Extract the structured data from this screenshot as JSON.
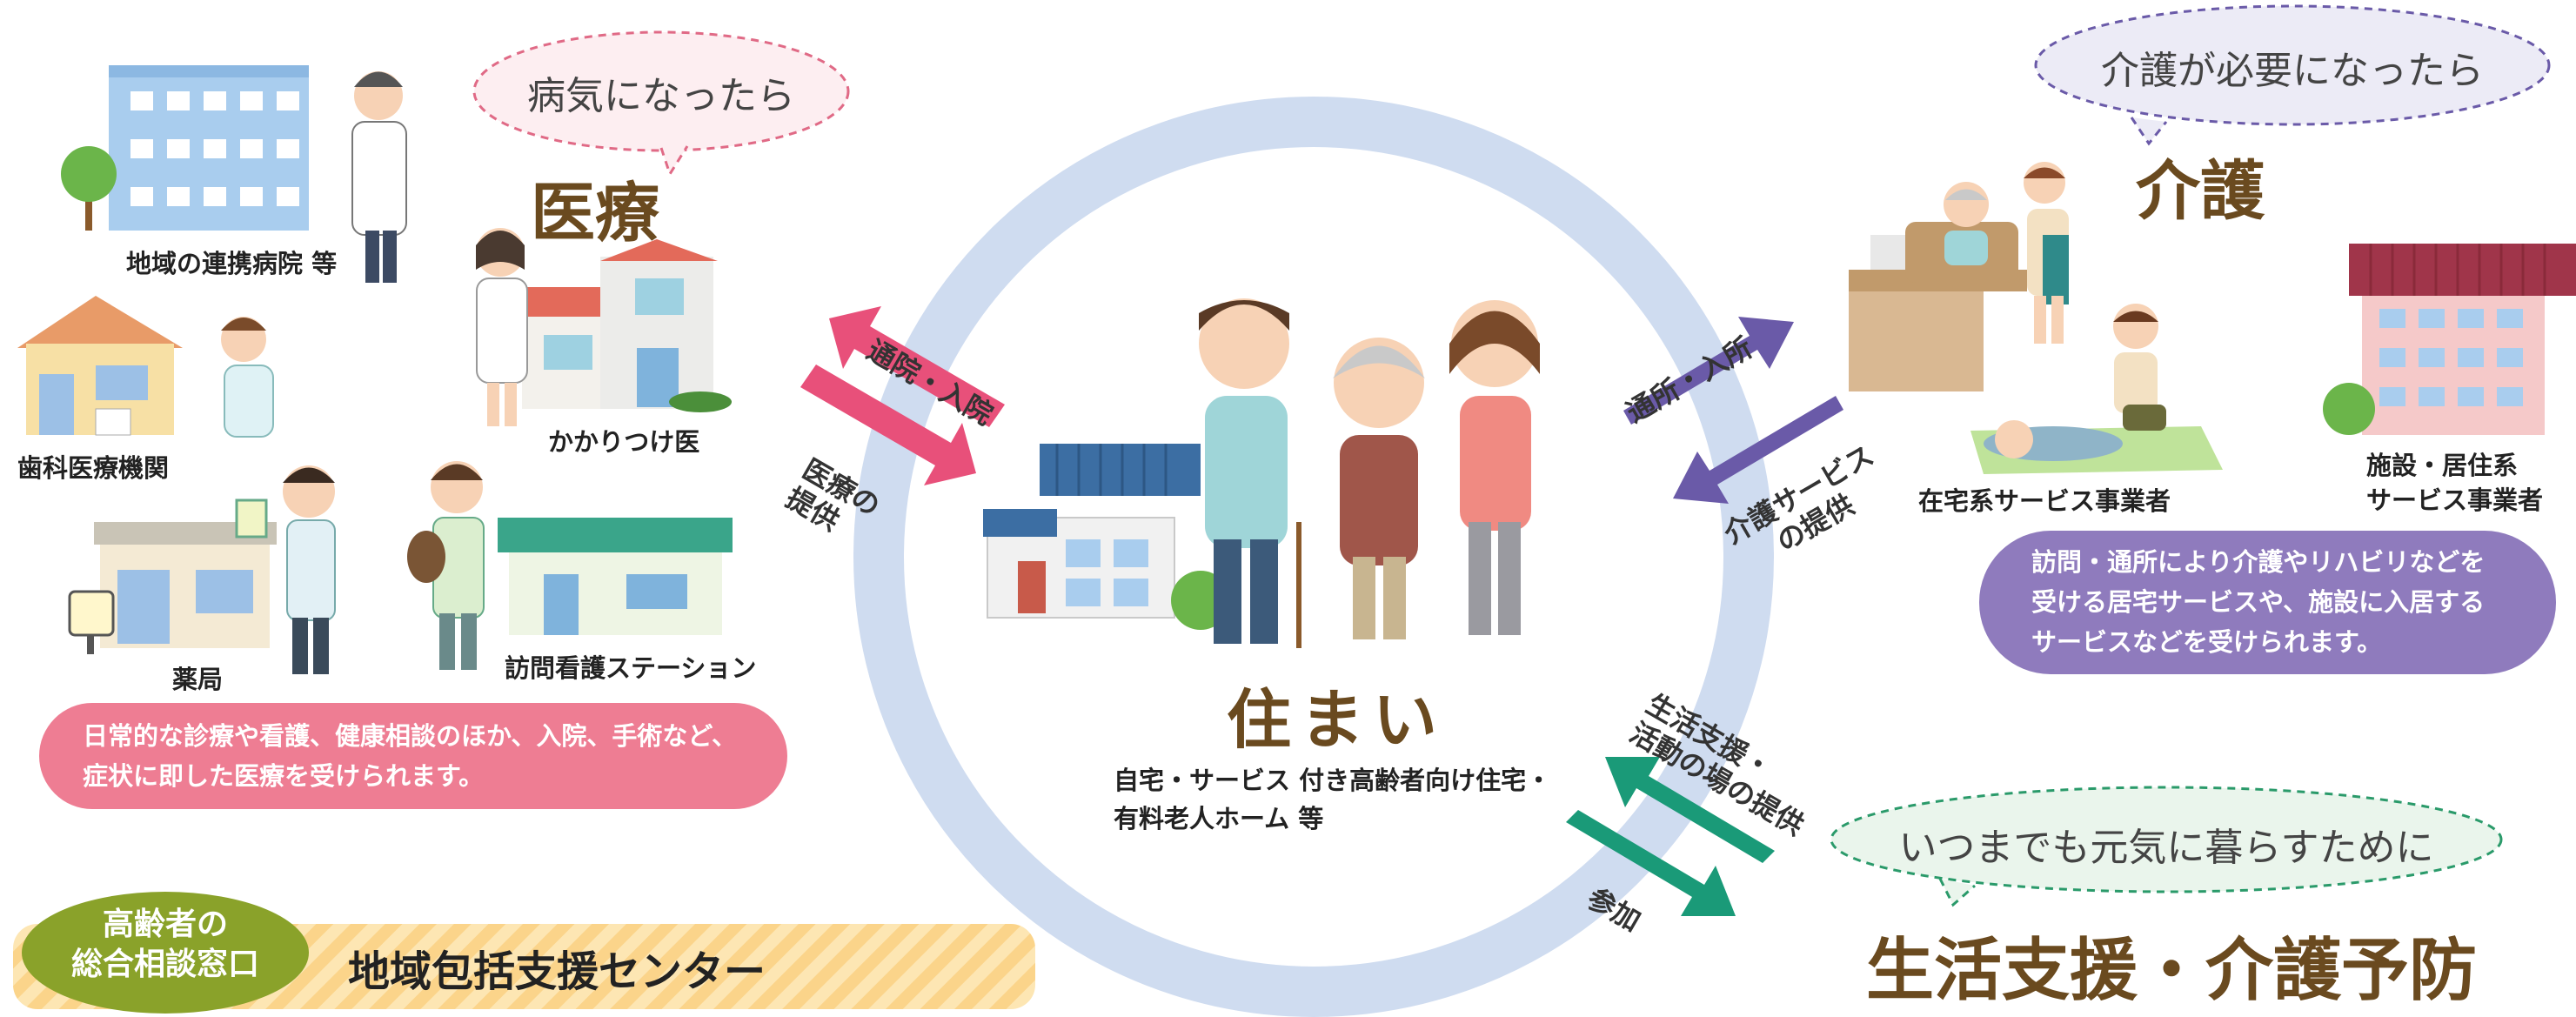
{
  "colors": {
    "ring": "#cfdcf0",
    "arrow_pink": "#e8507a",
    "arrow_purple": "#6a5aa8",
    "arrow_green": "#1a9a78",
    "medical_box": "#ee7d93",
    "care_box": "#8f7bbd",
    "category_text": "#6a4a1f",
    "center_badge": "#8aa22a",
    "center_band": "#fbd48a"
  },
  "medical": {
    "bubble": "病気になったら",
    "title": "医療",
    "facilities": {
      "hospital": "地域の連携病院 等",
      "dental": "歯科医療機関",
      "family_doctor": "かかりつけ医",
      "pharmacy": "薬局",
      "nursing_station": "訪問看護ステーション"
    },
    "description": [
      "日常的な診療や看護、健康相談のほか、入院、手術など、",
      "症状に即した医療を受けられます。"
    ]
  },
  "care": {
    "bubble": "介護が必要になったら",
    "title": "介護",
    "facilities": {
      "home_service": "在宅系サービス事業者",
      "institution_line1": "施設・居住系",
      "institution_line2": "サービス事業者"
    },
    "description": [
      "訪問・通所により介護やリハビリなどを",
      "受ける居宅サービスや、施設に入居する",
      "サービスなどを受けられます。"
    ]
  },
  "home": {
    "title": "住まい",
    "description_line1": "自宅・サービス 付き高齢者向け住宅・",
    "description_line2": "有料老人ホーム 等"
  },
  "prevention": {
    "bubble": "いつまでも元気に暮らすために",
    "title": "生活支援・介護予防"
  },
  "arrows": {
    "to_medical": "通院・入院",
    "from_medical_l1": "医療の",
    "from_medical_l2": "提供",
    "to_care": "通所・入所",
    "from_care_l1": "介護サービス",
    "from_care_l2": "の提供",
    "from_prevention_l1": "生活支援・",
    "from_prevention_l2": "活動の場の提供",
    "to_prevention": "参加"
  },
  "center": {
    "badge_line1": "高齢者の",
    "badge_line2": "総合相談窓口",
    "title": "地域包括支援センター"
  }
}
